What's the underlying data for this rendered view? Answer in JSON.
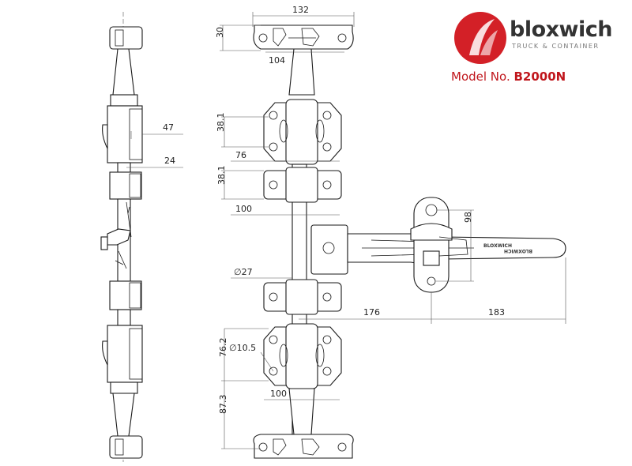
{
  "brand": {
    "name": "bloxwich",
    "tagline": "TRUCK & CONTAINER",
    "logo_color": "#d32027"
  },
  "model": {
    "label": "Model No.",
    "number": "B2000N"
  },
  "handle_label": "BLOXWICH",
  "dimensions": {
    "d132": "132",
    "d30": "30",
    "d104": "104",
    "d47": "47",
    "d24": "24",
    "d38a": "38.1",
    "d76a": "76",
    "d38b": "38.1",
    "d100a": "100",
    "d98": "98",
    "d27": "∅27",
    "d176": "176",
    "d183": "183",
    "d105": "∅10.5",
    "d762": "76.2",
    "d100b": "100",
    "d873": "87.3"
  },
  "colors": {
    "accent": "#c0161c"
  }
}
